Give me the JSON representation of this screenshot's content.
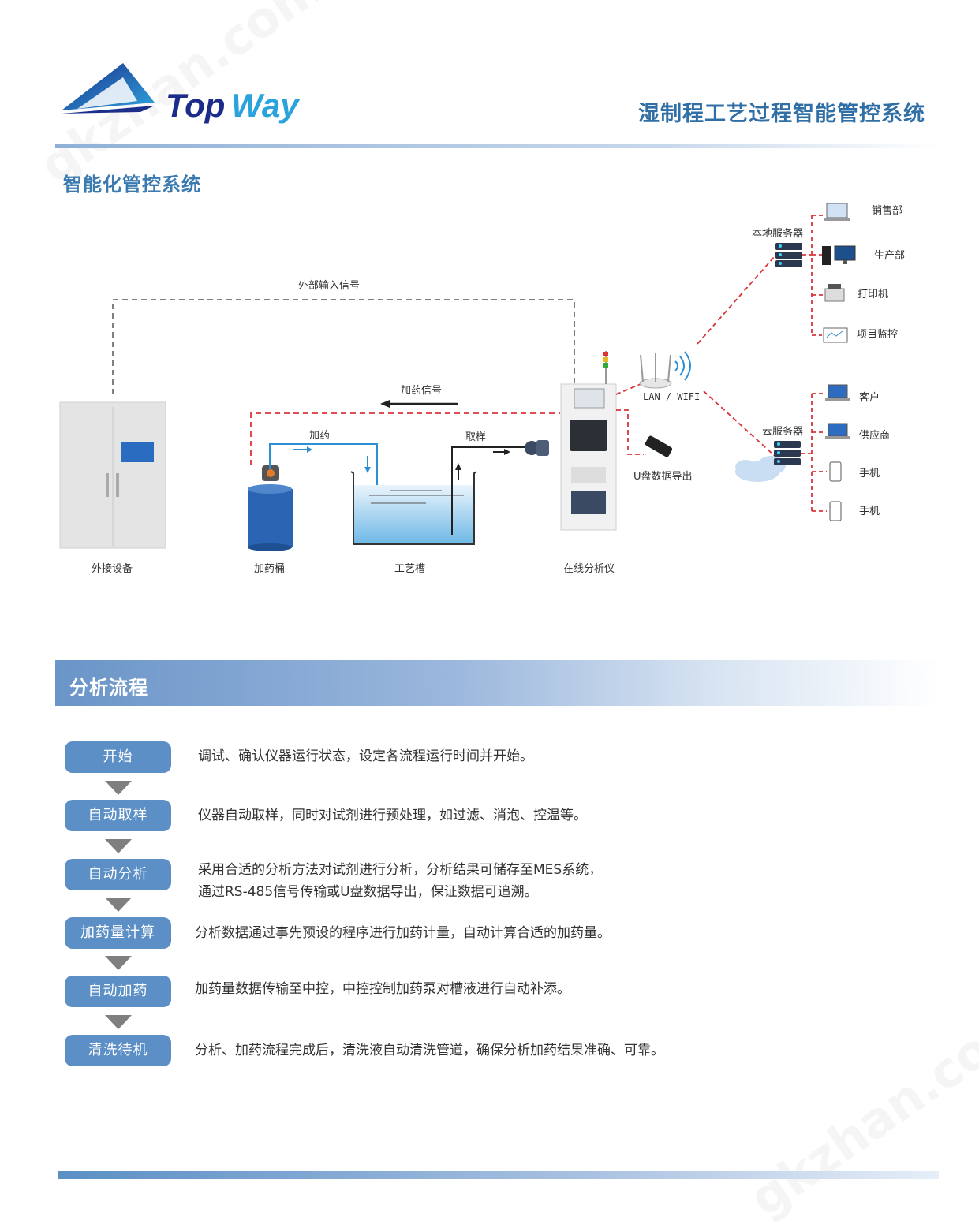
{
  "header": {
    "logo_text": "TopWay",
    "title": "湿制程工艺过程智能管控系统"
  },
  "section1": {
    "title": "智能化管控系统"
  },
  "diagram": {
    "external_signal": "外部输入信号",
    "dosing_signal": "加药信号",
    "dosing_flow": "加药",
    "sampling_flow": "取样",
    "external_device": "外接设备",
    "dosing_bucket": "加药桶",
    "process_tank": "工艺槽",
    "online_analyzer": "在线分析仪",
    "lan_wifi": "LAN / WIFI",
    "usb_export": "U盘数据导出",
    "local_server": "本地服务器",
    "cloud_server": "云服务器",
    "local_targets": [
      "销售部",
      "生产部",
      "打印机",
      "项目监控"
    ],
    "cloud_targets": [
      "客户",
      "供应商",
      "手机",
      "手机"
    ],
    "colors": {
      "signal_red": "#d9353a",
      "flow_blue": "#2c8fd6",
      "dashed_gray": "#555555"
    }
  },
  "section2": {
    "title": "分析流程",
    "steps": [
      {
        "label": "开始",
        "desc": [
          "调试、确认仪器运行状态，设定各流程运行时间并开始。"
        ]
      },
      {
        "label": "自动取样",
        "desc": [
          "仪器自动取样，同时对试剂进行预处理，如过滤、消泡、控温等。"
        ]
      },
      {
        "label": "自动分析",
        "desc": [
          "采用合适的分析方法对试剂进行分析，分析结果可储存至MES系统，",
          "通过RS-485信号传输或U盘数据导出，保证数据可追溯。"
        ]
      },
      {
        "label": "加药量计算",
        "desc": [
          "分析数据通过事先预设的程序进行加药计量，自动计算合适的加药量。"
        ]
      },
      {
        "label": "自动加药",
        "desc": [
          "加药量数据传输至中控，中控控制加药泵对槽液进行自动补添。"
        ]
      },
      {
        "label": "清洗待机",
        "desc": [
          "分析、加药流程完成后，清洗液自动清洗管道，确保分析加药结果准确、可靠。"
        ]
      }
    ]
  },
  "watermark": "gkzhan.com",
  "brand_colors": {
    "primary": "#2f6fa6",
    "step_bg": "#5b8fc5"
  }
}
